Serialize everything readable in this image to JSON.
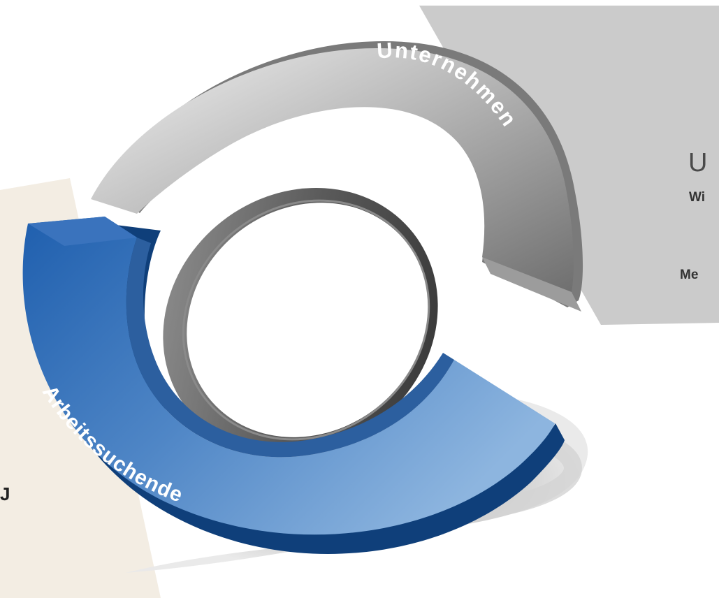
{
  "diagram": {
    "segments": [
      {
        "label": "Unternehmen",
        "role": "top-gray-segment",
        "color": "#8a8a8a"
      },
      {
        "label": "Arbeitssuchende",
        "role": "bottom-blue-segment",
        "color": "#2f6fb8"
      }
    ],
    "right_panel": {
      "heading_fragment": "U",
      "line1_fragment": "Wi",
      "line2_fragment": "Me",
      "background": "#cccccc"
    },
    "left_panel": {
      "text_fragment": "J",
      "background": "#f3ede3"
    },
    "colors": {
      "gray_light": "#e6e6e6",
      "gray_dark": "#555555",
      "blue_light": "#7aa9d8",
      "blue_dark": "#0f3f7a",
      "shadow": "#cfcfcf"
    }
  }
}
